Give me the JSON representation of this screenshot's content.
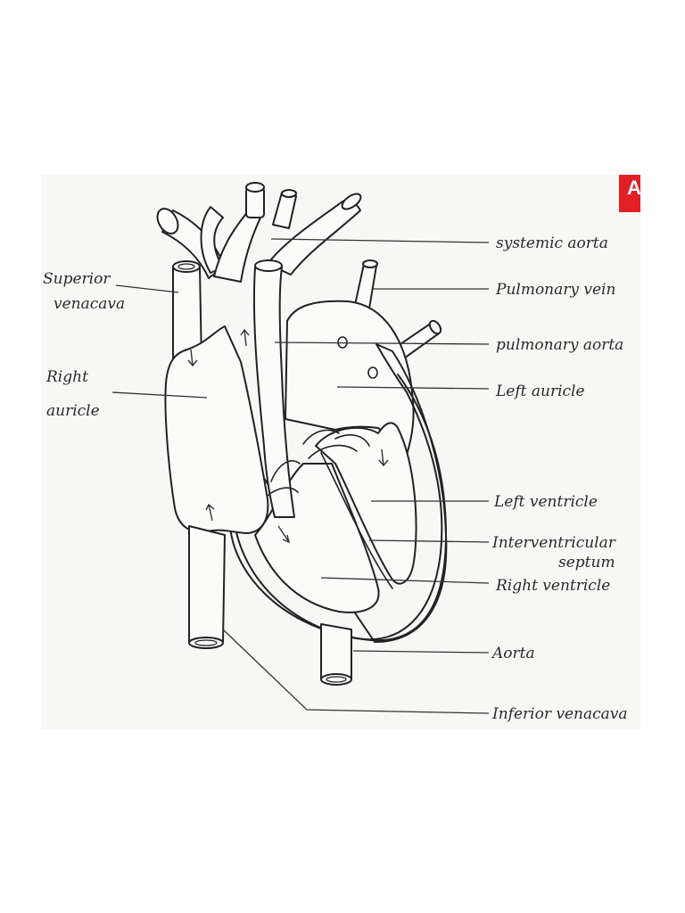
{
  "labels": {
    "superior_venacava_1": "Superior",
    "superior_venacava_2": "venacava",
    "right_auricle_1": "Right",
    "right_auricle_2": "auricle",
    "systemic_aorta": "systemic aorta",
    "pulmonary_vein": "Pulmonary vein",
    "pulmonary_aorta": "pulmonary aorta",
    "left_auricle": "Left auricle",
    "left_ventricle": "Left ventricle",
    "interventricular_1": "Interventricular",
    "interventricular_2": "septum",
    "right_ventricle": "Right ventricle",
    "aorta": "Aorta",
    "inferior_venacava": "Inferior venacava"
  },
  "badge": {
    "text": "A",
    "color": "#e21f26"
  }
}
